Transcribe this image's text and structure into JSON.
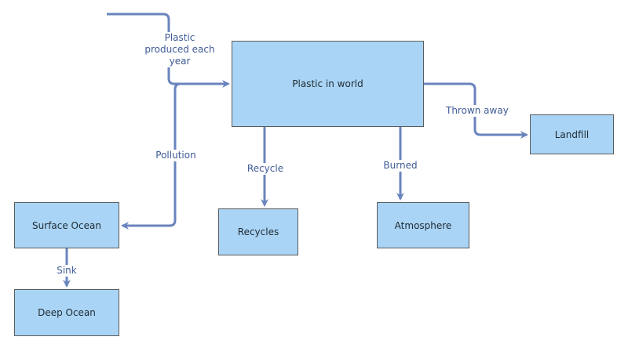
{
  "diagram": {
    "nodes": {
      "plastic_in_world": "Plastic in world",
      "landfill": "Landfill",
      "surface_ocean": "Surface Ocean",
      "recycles": "Recycles",
      "atmosphere": "Atmosphere",
      "deep_ocean": "Deep Ocean"
    },
    "edges": {
      "plastic_produced": "Plastic\nproduced each\nyear",
      "pollution": "Pollution",
      "thrown_away": "Thrown away",
      "recycle": "Recycle",
      "burned": "Burned",
      "sink": "Sink"
    },
    "colors": {
      "node_fill": "#a9d4f5",
      "node_border": "#5b5b5b",
      "edge": "#6a84bd",
      "edge_label": "#3e5a96"
    }
  }
}
